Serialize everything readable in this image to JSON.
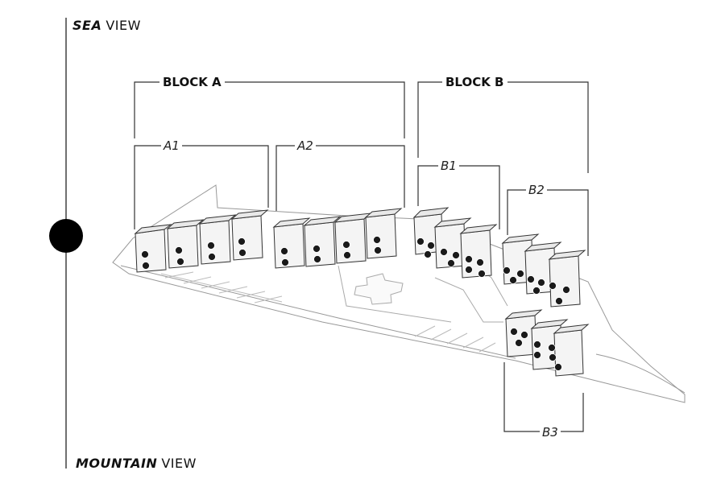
{
  "orientation": {
    "top": {
      "strong": "SEA",
      "light": "VIEW"
    },
    "bottom": {
      "strong": "MOUNTAIN",
      "light": "VIEW"
    }
  },
  "blocks": [
    {
      "label": "BLOCK A",
      "sections": [
        "A1",
        "A2"
      ]
    },
    {
      "label": "BLOCK B",
      "sections": [
        "B1",
        "B2",
        "B3"
      ]
    }
  ],
  "colors": {
    "line": "#222222",
    "building": "#f4f4f4",
    "badge": "#1a1a1a",
    "marker": "#000000"
  }
}
